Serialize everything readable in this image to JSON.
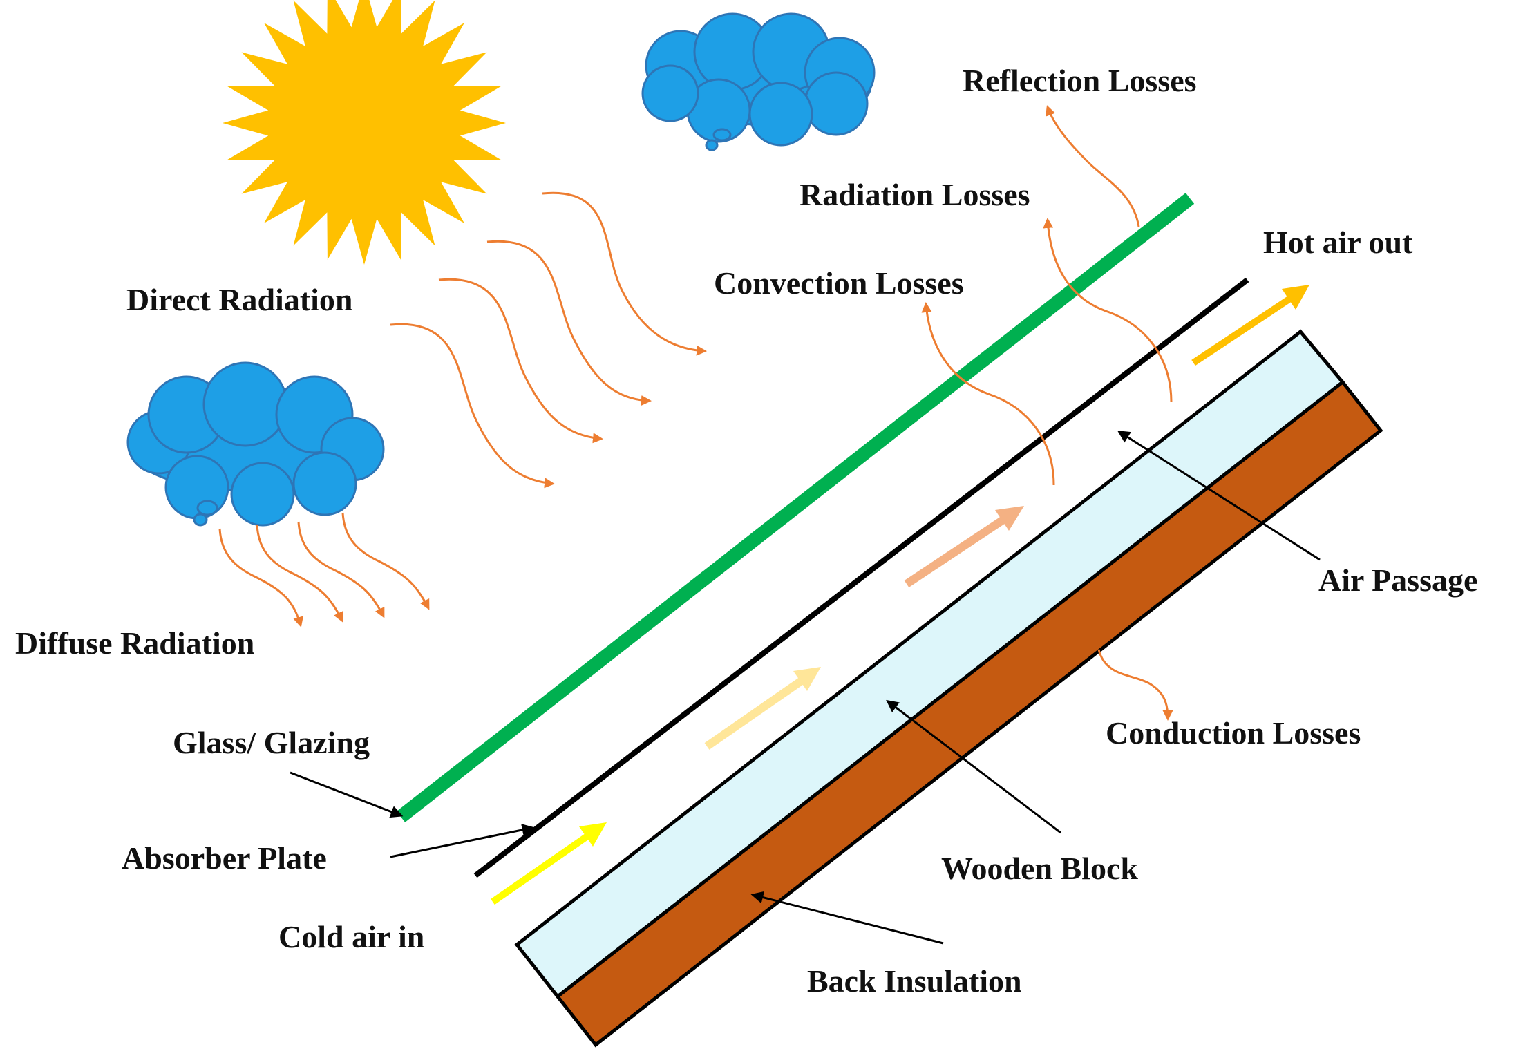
{
  "labels": {
    "reflection_losses": "Reflection Losses",
    "radiation_losses": "Radiation  Losses",
    "convection_losses": "Convection  Losses",
    "hot_air_out": "Hot air out",
    "direct_radiation": "Direct Radiation",
    "diffuse_radiation": "Diffuse Radiation",
    "air_passage": "Air Passage",
    "conduction_losses": "Conduction  Losses",
    "glass_glazing": "Glass/ Glazing",
    "absorber_plate": "Absorber  Plate",
    "wooden_block": "Wooden Block",
    "cold_air_in": "Cold  air  in",
    "back_insulation": "Back Insulation"
  },
  "colors": {
    "sun": "#FFC000",
    "cloud": "#1E9FE6",
    "cloud_outline": "#2E75B6",
    "radiation_arrow": "#ED7D31",
    "glazing": "#00B050",
    "absorber": "#000000",
    "air_passage": "#DDF6FA",
    "insulation": "#C55A11",
    "cold_air_arrow": "#FFFF00",
    "warm_air_arrow": "#FFE699",
    "warmer_air_arrow": "#F4B183",
    "hot_air_arrow": "#FFC000"
  },
  "icons": [
    "sun-icon",
    "cloud-icon"
  ]
}
